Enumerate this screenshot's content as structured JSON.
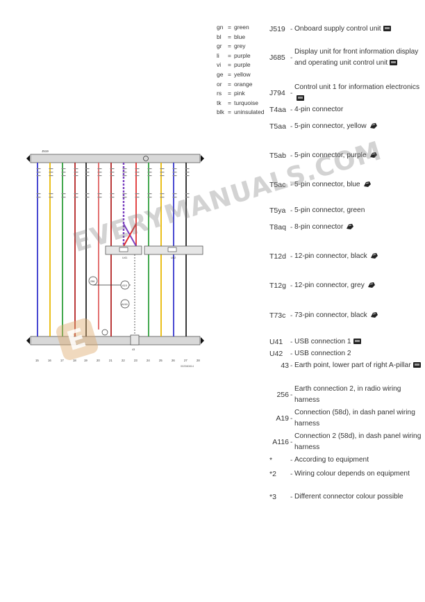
{
  "colour_key": [
    {
      "code": "gn",
      "eq": "=",
      "name": "green"
    },
    {
      "code": "bl",
      "eq": "=",
      "name": "blue"
    },
    {
      "code": "gr",
      "eq": "=",
      "name": "grey"
    },
    {
      "code": "li",
      "eq": "=",
      "name": "purple"
    },
    {
      "code": "vi",
      "eq": "=",
      "name": "purple"
    },
    {
      "code": "ge",
      "eq": "=",
      "name": "yellow"
    },
    {
      "code": "or",
      "eq": "=",
      "name": "orange"
    },
    {
      "code": "rs",
      "eq": "=",
      "name": "pink"
    },
    {
      "code": "tk",
      "eq": "=",
      "name": "turquoise"
    },
    {
      "code": "blk",
      "eq": "=",
      "name": "uninsulated"
    }
  ],
  "legend": [
    {
      "code": "J519",
      "desc": "Onboard supply control unit",
      "icon": "picture-icon"
    },
    {
      "code": "J685",
      "desc": "Display unit for front information display and operating unit control unit",
      "icon": "picture-icon"
    },
    {
      "code": "J794",
      "desc": "Control unit 1 for information electronics",
      "icon": "picture-icon"
    },
    {
      "code": "T4aa",
      "desc": "4-pin connector",
      "icon": ""
    },
    {
      "code": "T5aa",
      "desc": "5-pin connector, yellow",
      "icon": "connector-icon"
    },
    {
      "code": "T5ab",
      "desc": "5-pin connector, purple",
      "icon": "connector-icon"
    },
    {
      "code": "T5ac",
      "desc": "5-pin connector, blue",
      "icon": "connector-icon"
    },
    {
      "code": "T5ya",
      "desc": "5-pin connector, green",
      "icon": ""
    },
    {
      "code": "T8aq",
      "desc": "8-pin connector",
      "icon": "connector-icon"
    },
    {
      "code": "T12d",
      "desc": "12-pin connector, black",
      "icon": "connector-icon"
    },
    {
      "code": "T12g",
      "desc": "12-pin connector, grey",
      "icon": "connector-icon"
    },
    {
      "code": "T73c",
      "desc": "73-pin connector, black",
      "icon": "connector-icon"
    },
    {
      "code": "U41",
      "desc": "USB connection 1",
      "icon": "picture-icon"
    },
    {
      "code": "U42",
      "desc": "USB connection 2",
      "icon": ""
    },
    {
      "code": "43",
      "desc": "Earth point, lower part of right A-pillar",
      "icon": "picture-icon"
    },
    {
      "code": "256",
      "desc": "Earth connection 2, in radio wiring harness",
      "icon": ""
    },
    {
      "code": "A19",
      "desc": "Connection (58d), in dash panel wiring harness",
      "icon": ""
    },
    {
      "code": "A116",
      "desc": "Connection 2 (58d), in dash panel wiring harness",
      "icon": ""
    },
    {
      "code": "*",
      "desc": "According to equipment",
      "icon": ""
    },
    {
      "code": "*2",
      "desc": "Wiring colour depends on equipment",
      "icon": ""
    },
    {
      "code": "*3",
      "desc": "Different connector colour possible",
      "icon": ""
    }
  ],
  "diagram": {
    "top_label": "J519",
    "module_labels": [
      "U41",
      "U42"
    ],
    "node_labels": [
      "256",
      "A19",
      "A116",
      "43"
    ],
    "column_numbers": [
      "15",
      "16",
      "17",
      "18",
      "19",
      "20",
      "21",
      "22",
      "23",
      "24",
      "25",
      "26",
      "27",
      "28"
    ],
    "ref_code": "002560814",
    "wire_colors": [
      "#3333cc",
      "#e8b800",
      "#2e9e3a",
      "#b22222",
      "#222222",
      "#e06060",
      "#b22222",
      "#7a3fc0",
      "#e03030",
      "#2e9e3a",
      "#e8b800",
      "#3333cc",
      "#222222"
    ]
  },
  "watermark": {
    "text": "EVERYMANUALS.COM",
    "logo": "E"
  }
}
